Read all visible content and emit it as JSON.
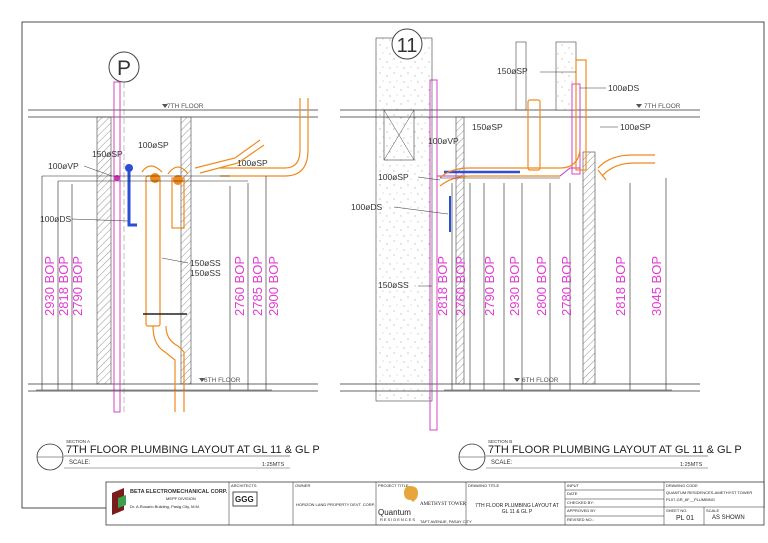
{
  "left_section": {
    "grid_label": "P",
    "floor_top": "7TH FLOOR",
    "floor_bottom": "6TH FLOOR",
    "pipe_labels": [
      "150øSP",
      "100øSP",
      "100øSP",
      "100øVP",
      "100øDS",
      "150øSS",
      "150øSS"
    ],
    "dims": [
      "2930 BOP",
      "2818 BOP",
      "2790 BOP",
      "2760 BOP",
      "2785 BOP",
      "2900 BOP"
    ],
    "section_tag": "SECTION A",
    "title": "7TH FLOOR PLUMBING LAYOUT AT GL 11 & GL P",
    "scale_label": "SCALE:",
    "scale_value": "1:25MTS"
  },
  "right_section": {
    "grid_label": "11",
    "floor_top": "7TH FLOOR",
    "floor_bottom": "6TH FLOOR",
    "pipe_labels": [
      "150øSP",
      "100øDS",
      "150øSP",
      "100øSP",
      "100øVP",
      "100øSP",
      "100øDS",
      "150øSS"
    ],
    "dims": [
      "2818 BOP",
      "2760 BOP",
      "2790 BOP",
      "2930 BOP",
      "2800 BOP",
      "2780 BOP",
      "2818 BOP",
      "3045 BOP"
    ],
    "section_tag": "SECTION B",
    "title": "7TH FLOOR PLUMBING LAYOUT AT GL 11 & GL P",
    "scale_label": "SCALE:",
    "scale_value": "1:25MTS"
  },
  "title_block": {
    "contractor_name": "BETA ELECTROMECHANICAL CORP.",
    "contractor_sub": "MEPF DIVISION",
    "contractor_address": "Dr. A.Rosario Building, Pasig City, M.M.",
    "architects_label": "ARCHITECTS",
    "architect_logo": "GGG",
    "owner_label": "OWNER",
    "owner_name": "HORIZON LAND PROPERTY DEVT. CORP.",
    "project_label": "PROJECT TITLE",
    "project_logo_text": "Quantum",
    "project_logo_sub": "RESIDENCES",
    "project_name": "AMETHYST TOWER",
    "project_address": "TAFT AVENUE, PASAY CITY",
    "drawing_title_label": "DRAWING TITLE",
    "drawing_title": "7TH FLOOR PLUMBING LAYOUT AT GL 11 & GL P",
    "input_label": "INPUT",
    "date_label": "DATE",
    "checked_label": "CHECKED BY:",
    "approved_label": "APPROVED BY",
    "revised_label": "REVISED NO.:",
    "drawing_code_label": "DRAWING CODE",
    "drawing_code": "QUANTUM RESIDENCES-AMETHYST TOWER",
    "drawing_code2": "PL07-GR_6F__PLUMBING",
    "sheet_no_label": "SHEET NO.",
    "sheet_no": "PL 01",
    "scale_label": "SCALE",
    "scale_value": "AS SHOWN"
  },
  "colors": {
    "sanitary": "#f08a1c",
    "vent": "#e040c8",
    "water": "#2a4fd6",
    "dims": "#e23bd6",
    "line": "#222222"
  }
}
